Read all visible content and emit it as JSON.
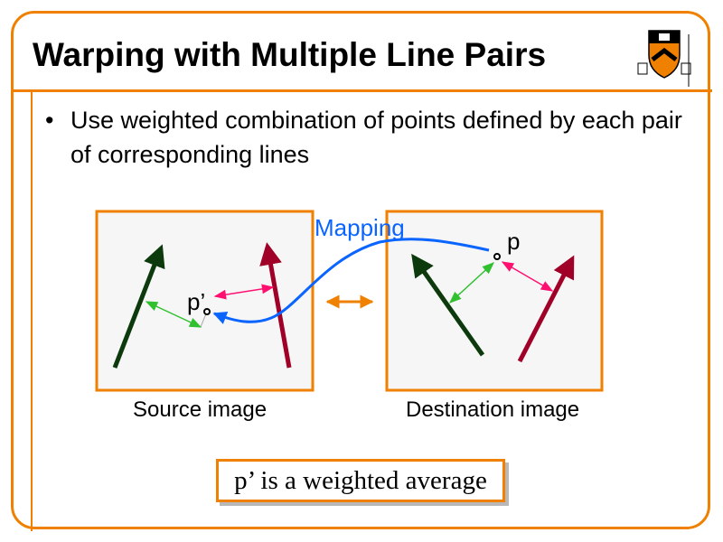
{
  "slide": {
    "title": "Warping with Multiple Line Pairs",
    "bullet_symbol": "•",
    "bullet": "Use weighted combination of points defined by each pair of corresponding lines",
    "logo": "Princeton shield",
    "colors": {
      "accent": "#f08000",
      "mapping": "#0a64ff",
      "green": "#0c3a0c",
      "red": "#a00028"
    }
  },
  "diagram": {
    "mapping_label": "Mapping",
    "point_dest": "p",
    "point_src": "p’",
    "source_caption": "Source image",
    "dest_caption": "Destination image"
  },
  "note": "p’ is a weighted average"
}
